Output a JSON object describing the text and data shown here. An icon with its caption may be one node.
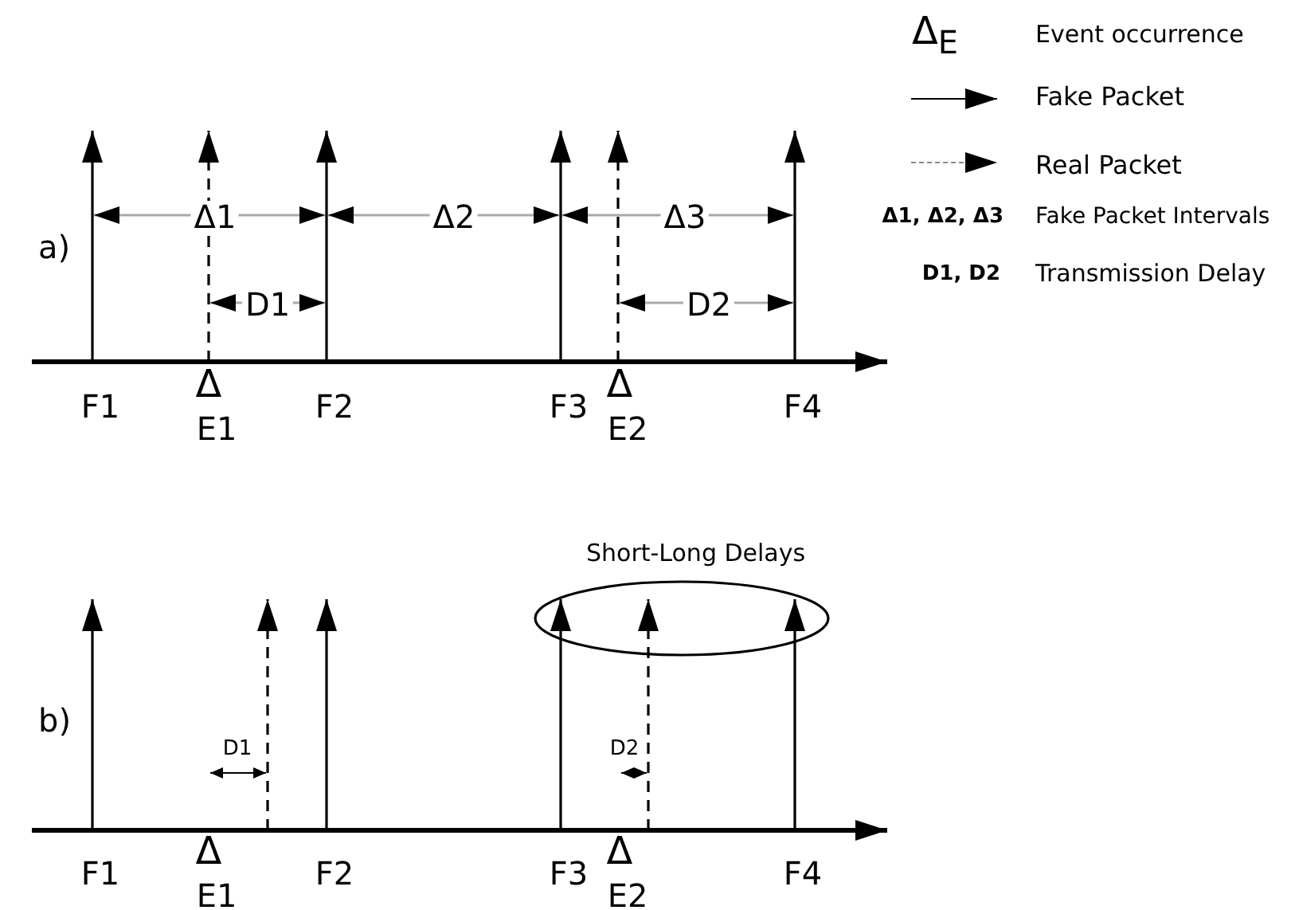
{
  "diagram": {
    "nodes": [
      {
        "text": [
          "Short-Long Delays"
        ]
      }
    ],
    "edges": [],
    "labels": [
      "Δ$_{E}$",
      "Event occurrence",
      "Δ1, Δ2, Δ3",
      "Fake Packet Intervals",
      "D1, D2",
      "Transmission Delay",
      "Δ1",
      "Δ2",
      "Δ3",
      "a)",
      "D1",
      "D2",
      "F1",
      "Δ",
      "F2",
      "F3",
      "Δ",
      "F4",
      "E1",
      "E2",
      "b)",
      "D1",
      "D2",
      "F1",
      "Δ",
      "F2",
      "F3",
      "Δ",
      "F4",
      "E1",
      "E2"
    ],
    "legend": [
      {
        "text": "Fake Packet"
      },
      {
        "text": "Real Packet"
      }
    ]
  }
}
